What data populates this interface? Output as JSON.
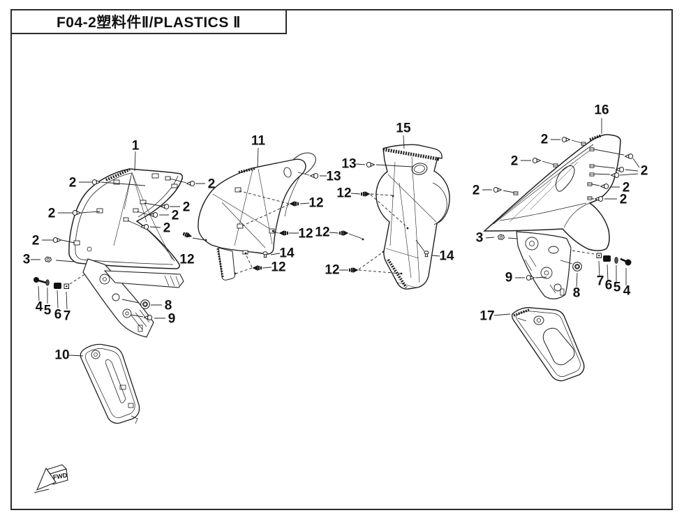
{
  "title": "F04-2塑料件Ⅱ/PLASTICS Ⅱ",
  "direction_marker": {
    "label": "FWD"
  },
  "colors": {
    "ink": "#1f1f1f",
    "background": "#ffffff"
  },
  "glyphs": {
    "screw": "screw-icon",
    "push_rivet": "rivet-icon",
    "flange_pin": "pin-icon",
    "nut": "nut-icon",
    "washer": "washer-icon",
    "forward_direction": "fwd-arrow-icon"
  },
  "callouts": [
    {
      "label": "1"
    },
    {
      "label": "2"
    },
    {
      "label": "2"
    },
    {
      "label": "2"
    },
    {
      "label": "2"
    },
    {
      "label": "2"
    },
    {
      "label": "2"
    },
    {
      "label": "2"
    },
    {
      "label": "3"
    },
    {
      "label": "4"
    },
    {
      "label": "5"
    },
    {
      "label": "6"
    },
    {
      "label": "7"
    },
    {
      "label": "8"
    },
    {
      "label": "9"
    },
    {
      "label": "10"
    },
    {
      "label": "11"
    },
    {
      "label": "13"
    },
    {
      "label": "12"
    },
    {
      "label": "12"
    },
    {
      "label": "12"
    },
    {
      "label": "14"
    },
    {
      "label": "12"
    },
    {
      "label": "15"
    },
    {
      "label": "13"
    },
    {
      "label": "12"
    },
    {
      "label": "12"
    },
    {
      "label": "12"
    },
    {
      "label": "14"
    },
    {
      "label": "16"
    },
    {
      "label": "2"
    },
    {
      "label": "2"
    },
    {
      "label": "2"
    },
    {
      "label": "2"
    },
    {
      "label": "2"
    },
    {
      "label": "2"
    },
    {
      "label": "3"
    },
    {
      "label": "9"
    },
    {
      "label": "7"
    },
    {
      "label": "6"
    },
    {
      "label": "5"
    },
    {
      "label": "4"
    },
    {
      "label": "8"
    },
    {
      "label": "17"
    }
  ]
}
